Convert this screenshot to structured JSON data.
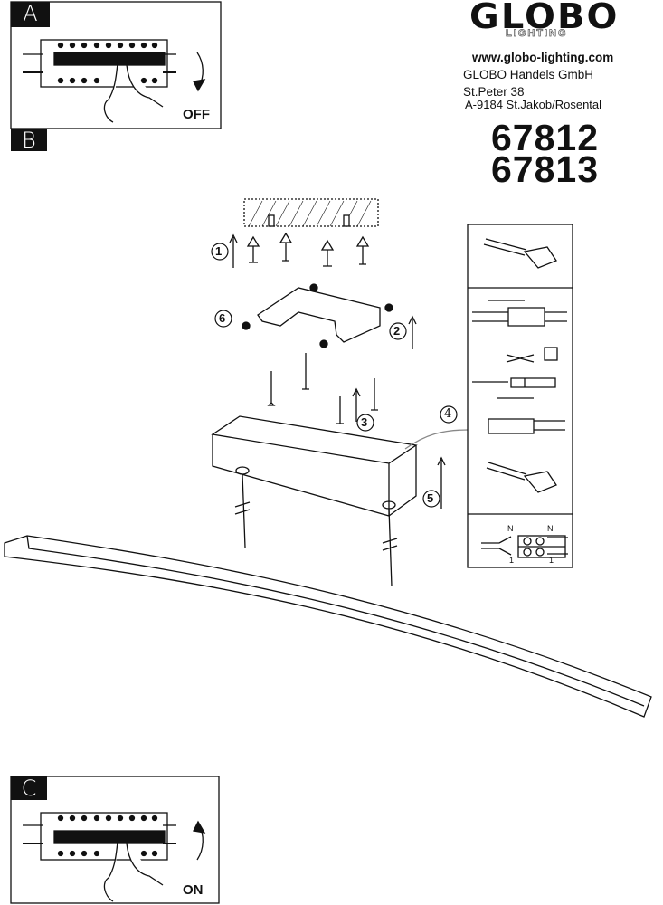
{
  "brand": {
    "name": "GLOBO",
    "sub": "LIGHTING"
  },
  "contact": {
    "website": "www.globo-lighting.com",
    "company": "GLOBO Handels GmbH",
    "street": "St.Peter 38",
    "city": "A-9184 St.Jakob/Rosental"
  },
  "models": [
    "67812",
    "67813"
  ],
  "steps": {
    "a": {
      "label": "A",
      "state": "OFF"
    },
    "b": {
      "label": "B"
    },
    "c": {
      "label": "C",
      "state": "ON"
    }
  },
  "assembly_numbers": [
    "1",
    "2",
    "3",
    "4",
    "5",
    "6"
  ],
  "terminal": {
    "neutral": "N",
    "live_left": "1",
    "live_right": "1"
  }
}
